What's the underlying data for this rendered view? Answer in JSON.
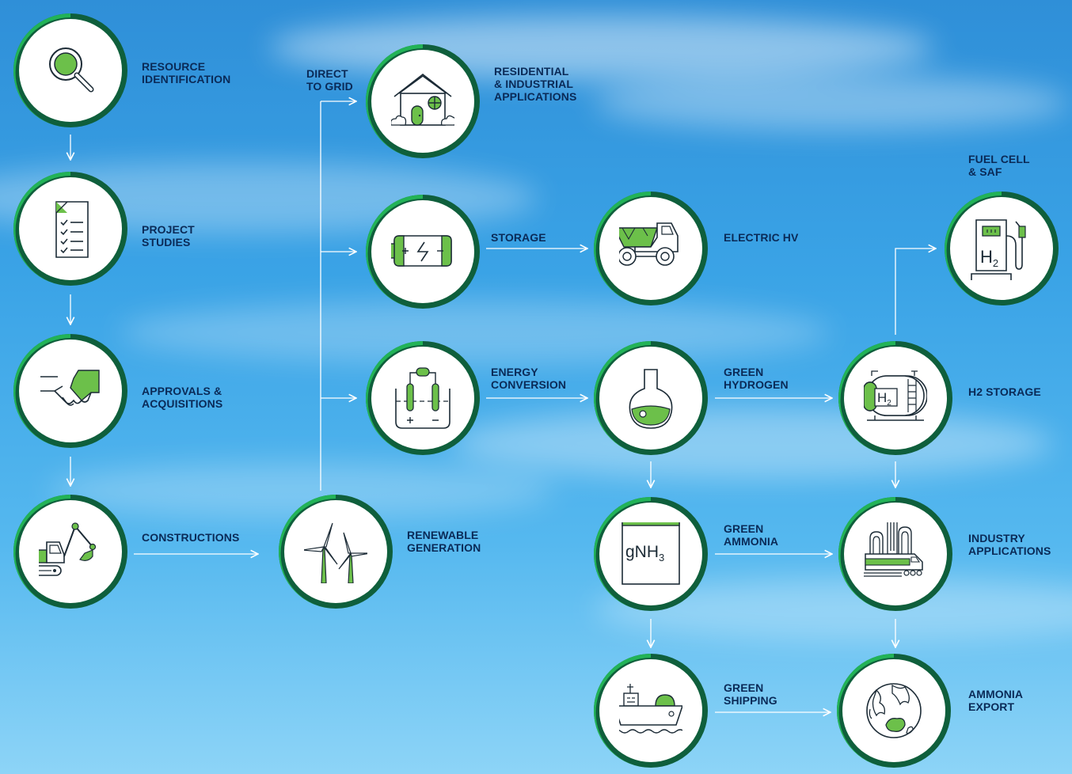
{
  "colors": {
    "ring_dark": "#0f5f3c",
    "ring_light": "#22b357",
    "accent_green": "#6cc04a",
    "icon_stroke": "#1c2b36",
    "label": "#0a2a57",
    "connector": "#ffffff"
  },
  "nodes": [
    {
      "id": "resource",
      "label": "RESOURCE\nIDENTIFICATION",
      "icon": "magnifier-icon"
    },
    {
      "id": "studies",
      "label": "PROJECT\nSTUDIES",
      "icon": "checklist-icon"
    },
    {
      "id": "approvals",
      "label": "APPROVALS &\nACQUISITIONS",
      "icon": "handshake-icon"
    },
    {
      "id": "constructions",
      "label": "CONSTRUCTIONS",
      "icon": "excavator-icon"
    },
    {
      "id": "renewable",
      "label": "RENEWABLE\nGENERATION",
      "icon": "wind-turbines-icon"
    },
    {
      "id": "residential",
      "label": "RESIDENTIAL\n& INDUSTRIAL\nAPPLICATIONS",
      "icon": "house-icon"
    },
    {
      "id": "storage",
      "label": "STORAGE",
      "icon": "battery-icon"
    },
    {
      "id": "conversion",
      "label": "ENERGY\nCONVERSION",
      "icon": "electrolyser-icon"
    },
    {
      "id": "electric_hv",
      "label": "ELECTRIC HV",
      "icon": "dump-truck-icon"
    },
    {
      "id": "hydrogen",
      "label": "GREEN\nHYDROGEN",
      "icon": "flask-icon"
    },
    {
      "id": "ammonia",
      "label": "GREEN\nAMMONIA",
      "icon": "ammonia-bag-icon"
    },
    {
      "id": "shipping",
      "label": "GREEN\nSHIPPING",
      "icon": "ship-icon"
    },
    {
      "id": "fuelcell",
      "label": "FUEL CELL\n& SAF",
      "icon": "h2-pump-icon"
    },
    {
      "id": "h2storage",
      "label": "H2 STORAGE",
      "icon": "h2-tank-icon"
    },
    {
      "id": "industry",
      "label": "INDUSTRY\nAPPLICATIONS",
      "icon": "industry-train-icon"
    },
    {
      "id": "export",
      "label": "AMMONIA\nEXPORT",
      "icon": "globe-icon"
    }
  ],
  "branch_label": "DIRECT\nTO GRID",
  "icon_text": {
    "h2": "H",
    "h2_sub": "2",
    "ammonia": "gNH",
    "ammonia_sub": "3"
  }
}
